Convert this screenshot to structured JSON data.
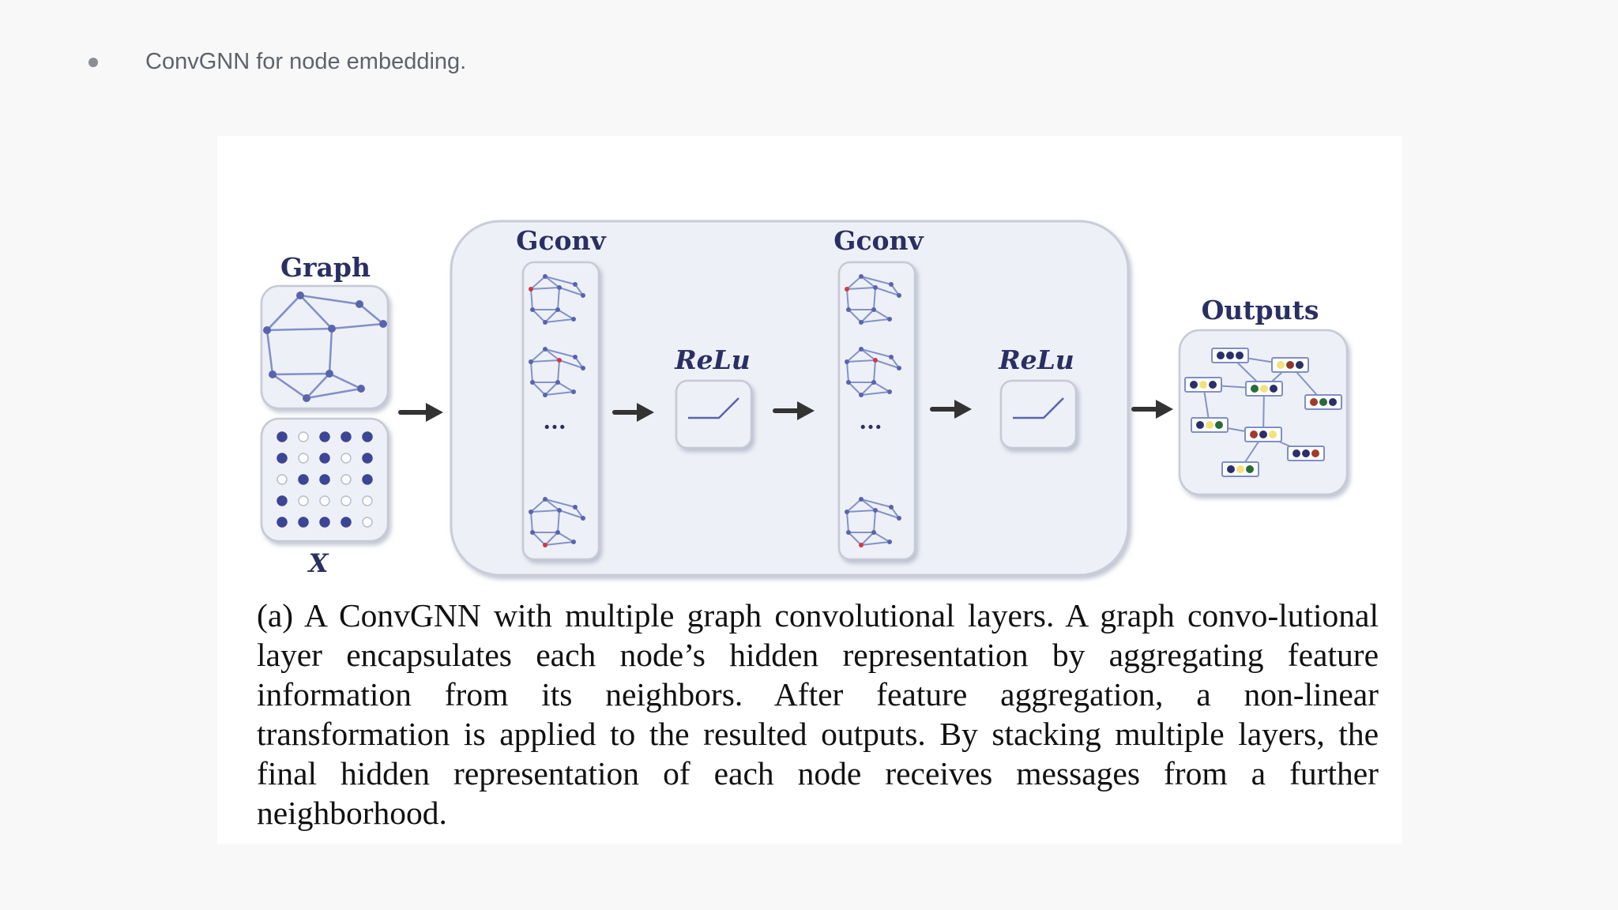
{
  "slide": {
    "bullet_text": "ConvGNN for node embedding."
  },
  "figure": {
    "labels": {
      "graph": "Graph",
      "x": "X",
      "gconv_1": "Gconv",
      "gconv_2": "Gconv",
      "relu_1": "ReLu",
      "relu_2": "ReLu",
      "outputs": "Outputs",
      "ellipsis": "···"
    },
    "caption": "(a) A ConvGNN with multiple graph convolutional layers. A graph convo-lutional layer encapsulates each node’s hidden representation by aggregating feature information from its neighbors. After feature aggregation, a non-linear transformation is applied to the resulted outputs. By stacking multiple layers, the final hidden representation of each node receives messages from a further neighborhood.",
    "colors": {
      "box_fill": "#eef0f7",
      "box_stroke": "#c8cbd8",
      "label": "#2a2f63",
      "edge": "#7f8fc4",
      "node": "#5560a8",
      "highlight": "#d0394a",
      "arrow": "#333333"
    }
  }
}
